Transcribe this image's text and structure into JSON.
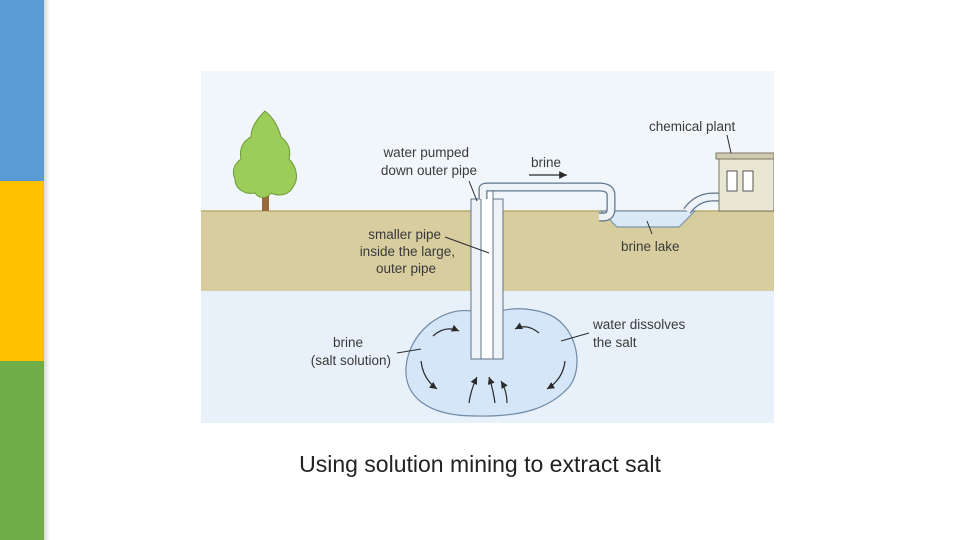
{
  "diagram": {
    "labels": {
      "water_pumped_line1": "water pumped",
      "water_pumped_line2": "down outer pipe",
      "brine_flow": "brine",
      "chemical_plant": "chemical plant",
      "smaller_pipe_line1": "smaller pipe",
      "smaller_pipe_line2": "inside the large,",
      "smaller_pipe_line3": "outer pipe",
      "brine_lake": "brine lake",
      "brine_cavity_line1": "brine",
      "brine_cavity_line2": "(salt solution)",
      "water_dissolves_line1": "water dissolves",
      "water_dissolves_line2": "the salt"
    },
    "colors": {
      "sky": "#f1f6fb",
      "ground": "#d8cd9e",
      "rock": "#e8f1f9",
      "brine": "#d4e6f7",
      "tree": "#9ccc5a",
      "trunk": "#9b6a3a",
      "plant": "#e9e6d4"
    }
  },
  "caption": "Using solution mining to extract salt",
  "side_colors": [
    "#5b9bd5",
    "#ffc000",
    "#70ad47"
  ]
}
